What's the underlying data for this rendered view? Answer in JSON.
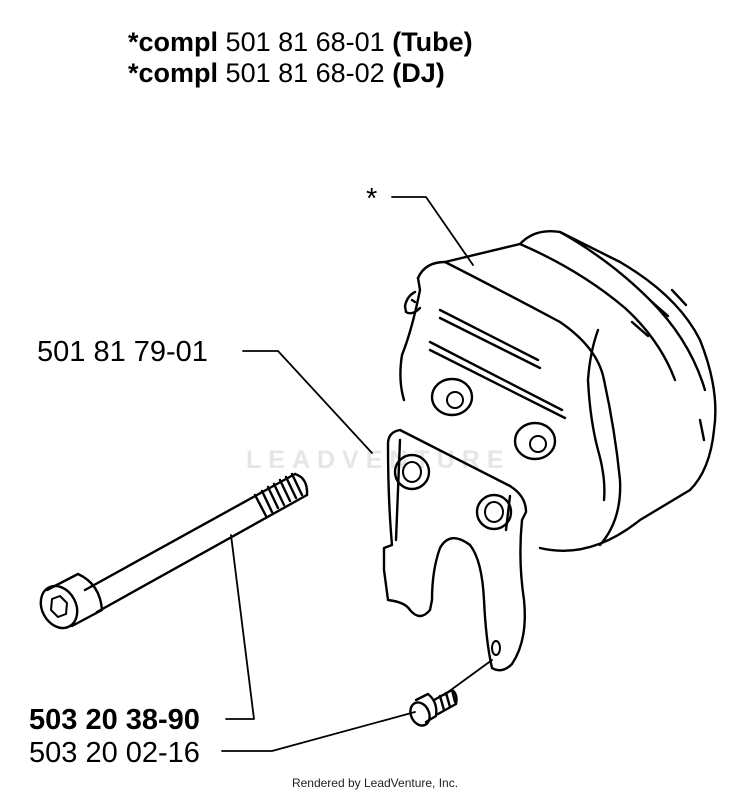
{
  "header": {
    "line1": {
      "prefix": "*compl",
      "number": "501 81 68-01",
      "suffix": "(Tube)"
    },
    "line2": {
      "prefix": "*compl",
      "number": "501 81 68-02",
      "suffix": "(DJ)"
    }
  },
  "callouts": {
    "star": "*",
    "bracket": "501 81 79-01",
    "bolt": "503 20 38-90",
    "screw": "503 20 02-16"
  },
  "watermark": "LEADVENTURE",
  "footer": "Rendered by LeadVenture, Inc."
}
